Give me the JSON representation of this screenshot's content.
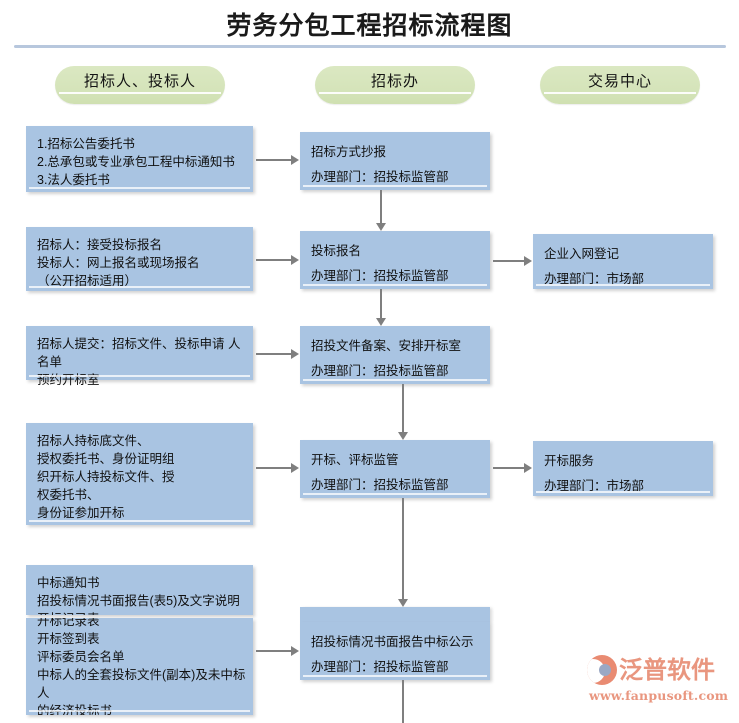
{
  "title": "劳务分包工程招标流程图",
  "lanes": [
    {
      "id": "bidder",
      "label": "招标人、投标人"
    },
    {
      "id": "office",
      "label": "招标办"
    },
    {
      "id": "center",
      "label": "交易中心"
    }
  ],
  "left_column": [
    {
      "name": "left-box-documents",
      "text": "1.招标公告委托书\n2.总承包或专业承包工程中标通知书\n3.法人委托书"
    },
    {
      "name": "left-box-registration",
      "text": "招标人：接受投标报名\n投标人：网上报名或现场报名\n（公开招标适用）"
    },
    {
      "name": "left-box-submit",
      "text": "招标人提交：招标文件、投标申请 人名单\n预约开标室"
    },
    {
      "name": "left-box-openbid-attend",
      "text": "招标人持标底文件、\n授权委托书、身份证明组\n织开标人持投标文件、授\n权委托书、\n身份证参加开标"
    },
    {
      "name": "left-box-result-upper",
      "text": "中标通知书\n招投标情况书面报告(表5)及文字说明\n开标记录表"
    },
    {
      "name": "left-box-result-lower",
      "text": "开标记录表\n开标签到表\n评标委员会名单\n中标人的全套投标文件(副本)及未中标人\n的经济投标书\n评标过程资料:专家打分表及汇总表等"
    }
  ],
  "middle_column": [
    {
      "name": "mid-box-method-report",
      "line1": "招标方式抄报",
      "line2": "办理部门：招投标监管部"
    },
    {
      "name": "mid-box-bid-registration",
      "line1": "投标报名",
      "line2": "办理部门：招投标监管部"
    },
    {
      "name": "mid-box-file-archive",
      "line1": "招投文件备案、安排开标室",
      "line2": "办理部门：招投标监管部"
    },
    {
      "name": "mid-box-open-evaluate",
      "line1": "开标、评标监管",
      "line2": "办理部门：招投标监管部"
    },
    {
      "name": "mid-box-report-publicity",
      "line1": "招投标情况书面报告中标公示",
      "line2": "办理部门：招投标监管部"
    }
  ],
  "right_column": [
    {
      "name": "right-box-enterprise-register",
      "line1": "企业入网登记",
      "line2": "办理部门：市场部"
    },
    {
      "name": "right-box-open-service",
      "line1": "开标服务",
      "line2": "办理部门：市场部"
    }
  ],
  "watermark": {
    "brand": "泛普软件",
    "url": "www.fanpusoft.com"
  },
  "colors": {
    "box_fill": "#a9c4e2",
    "pill_fill": "#d5e4ba",
    "connector": "#7f7f7f",
    "rule": "#b7c7dd",
    "watermark": "#e9967f"
  }
}
